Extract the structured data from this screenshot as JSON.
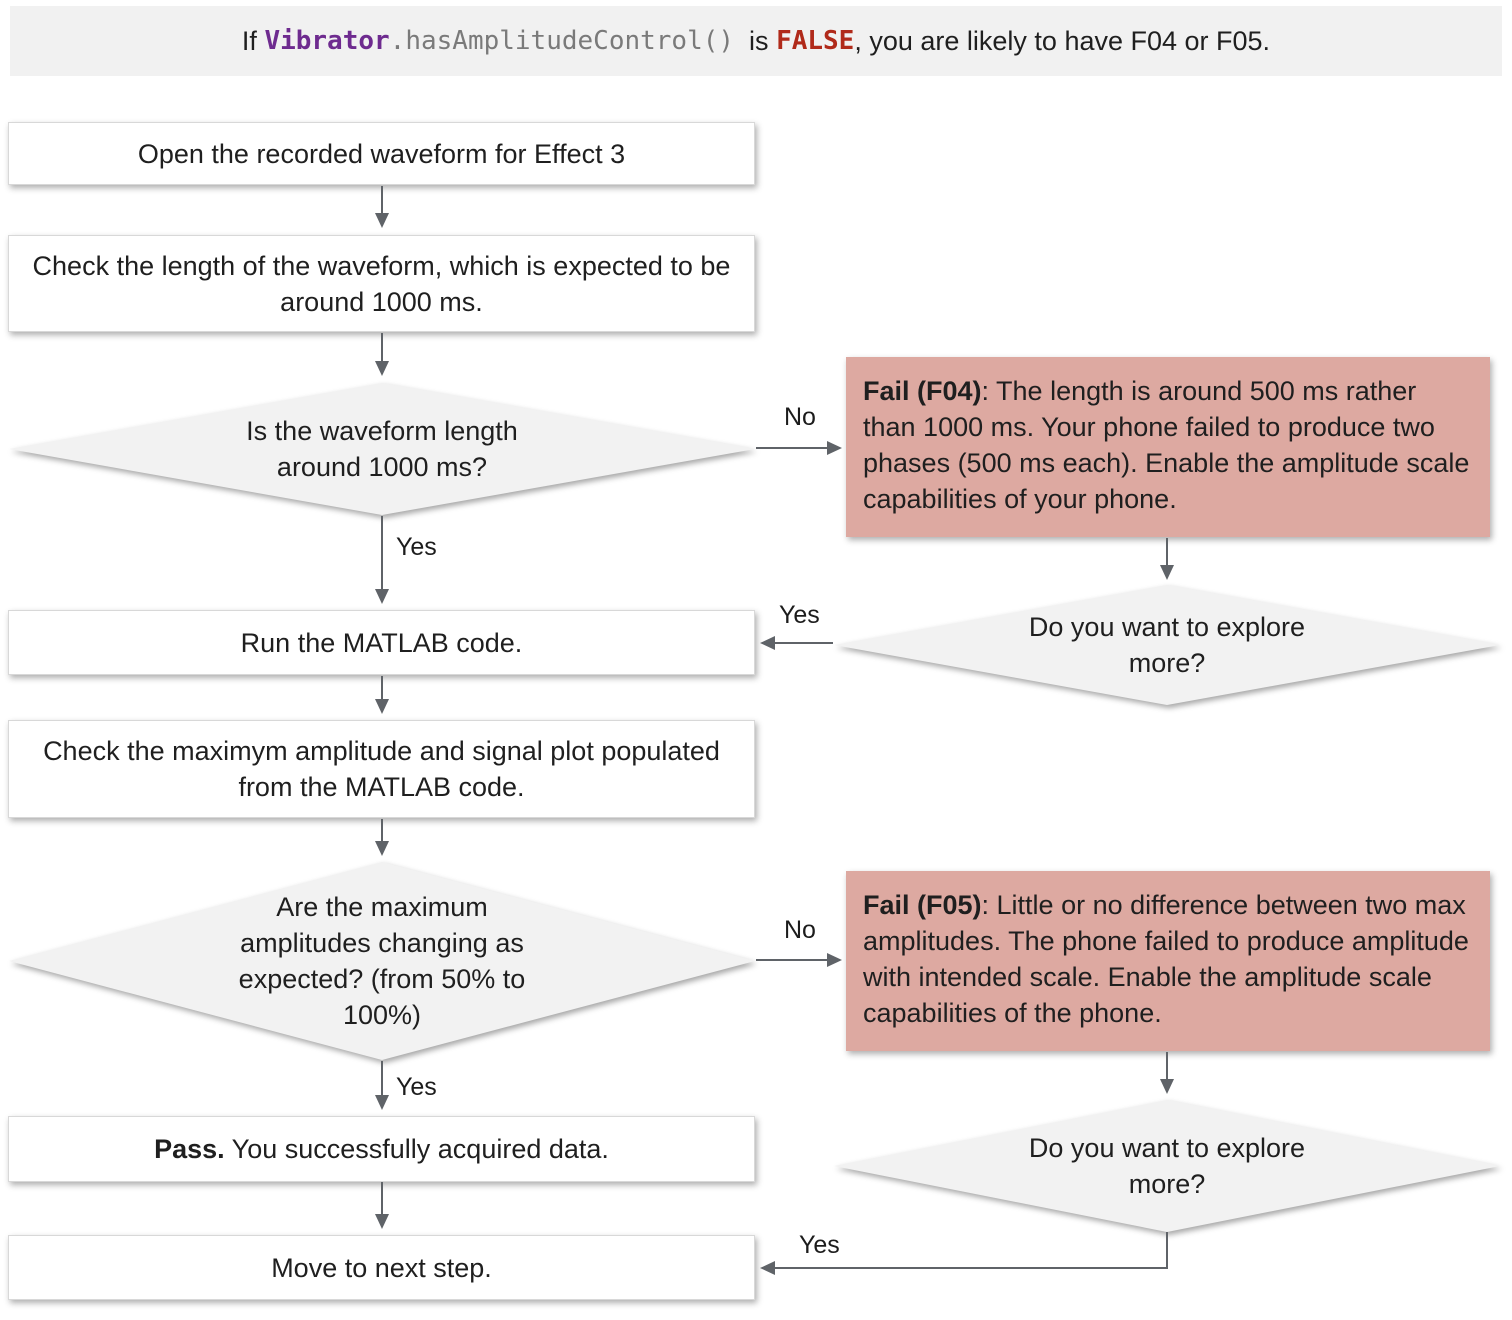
{
  "banner": {
    "prefix": "If ",
    "code_class": "Vibrator",
    "code_method": ".hasAmplitudeControl()",
    "middle": "  is ",
    "false_keyword": "FALSE",
    "suffix": ", you are likely to have F04 or F05."
  },
  "nodes": {
    "open": {
      "text": "Open the recorded waveform for Effect 3"
    },
    "check_length": {
      "text": "Check the length of the waveform, which is expected to be around 1000 ms."
    },
    "is_length": {
      "text": "Is the waveform length around 1000 ms?"
    },
    "fail_f04": {
      "bold": "Fail (F04)",
      "text": ": The length is around 500 ms rather than 1000 ms. Your phone failed to produce two phases (500 ms each). Enable the amplitude scale capabilities of your phone."
    },
    "explore_1": {
      "text": "Do you want to explore more?"
    },
    "run_matlab": {
      "text": "Run the MATLAB code."
    },
    "check_amplitude": {
      "text": "Check the maximym amplitude and signal plot populated from the MATLAB code."
    },
    "is_amplitude": {
      "text": "Are the maximum amplitudes changing as expected? (from 50% to 100%)"
    },
    "fail_f05": {
      "bold": "Fail (F05)",
      "text": ": Little or no difference between two max amplitudes. The phone failed to produce amplitude with intended scale. Enable the amplitude scale capabilities of the phone."
    },
    "pass": {
      "bold": "Pass.",
      "text": " You successfully acquired data."
    },
    "explore_2": {
      "text": "Do you want to explore more?"
    },
    "move_next": {
      "text": "Move to next step."
    }
  },
  "edge_labels": {
    "yes1": "Yes",
    "no1": "No",
    "yes2": "Yes",
    "no2": "No",
    "yes3": "Yes",
    "yes4": "Yes"
  },
  "colors": {
    "banner_bg": "#f1f1f1",
    "fail_bg": "#dda9a1",
    "diamond_bg": "#f2f2f2",
    "arrow": "#5f6368",
    "code_purple": "#6e2b8f",
    "code_red": "#b02a1a",
    "code_gray": "#7a7a7a"
  }
}
